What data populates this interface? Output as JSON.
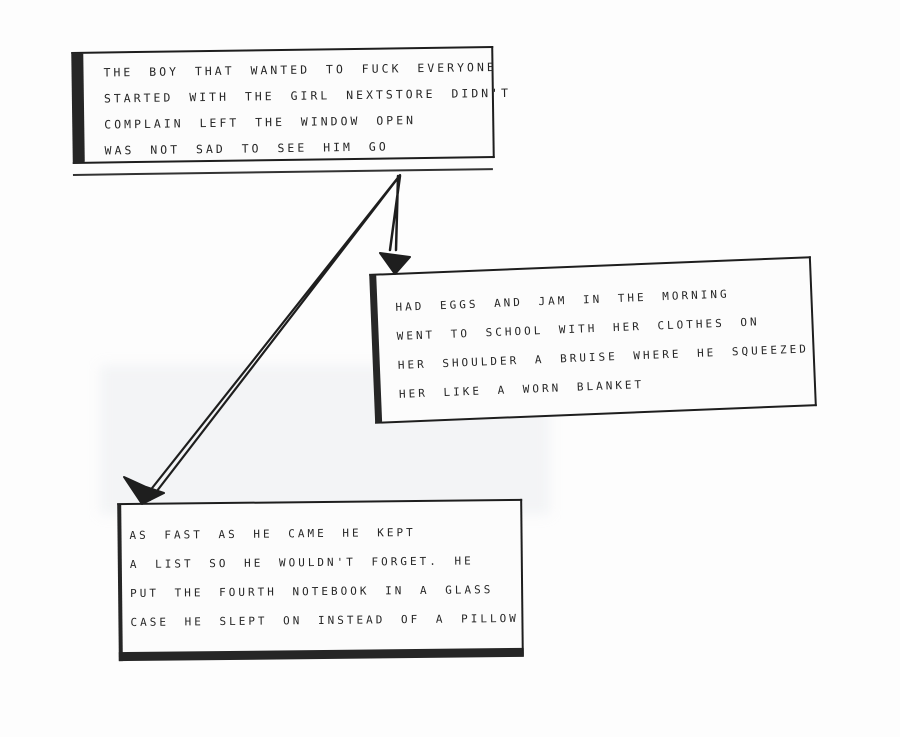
{
  "panels": [
    {
      "lines": [
        "THE BOY THAT WANTED TO FUCK EVERYONE",
        "STARTED WITH THE GIRL NEXTSTORE DIDN'T",
        "COMPLAIN LEFT THE WINDOW OPEN",
        "WAS NOT SAD TO SEE HIM GO"
      ]
    },
    {
      "lines": [
        "HAD EGGS AND JAM IN THE MORNING",
        "WENT TO SCHOOL WITH HER CLOTHES ON",
        "HER SHOULDER A BRUISE WHERE HE SQUEEZED",
        "HER LIKE A WORN BLANKET"
      ]
    },
    {
      "lines": [
        "AS FAST AS HE CAME HE KEPT",
        "A LIST SO HE WOULDN'T FORGET. HE",
        "PUT THE FOURTH NOTEBOOK IN A GLASS",
        "CASE HE SLEPT ON INSTEAD OF A PILLOW"
      ]
    }
  ],
  "style": {
    "ink": "#1e1e1e",
    "paper": "#fdfdfd"
  }
}
